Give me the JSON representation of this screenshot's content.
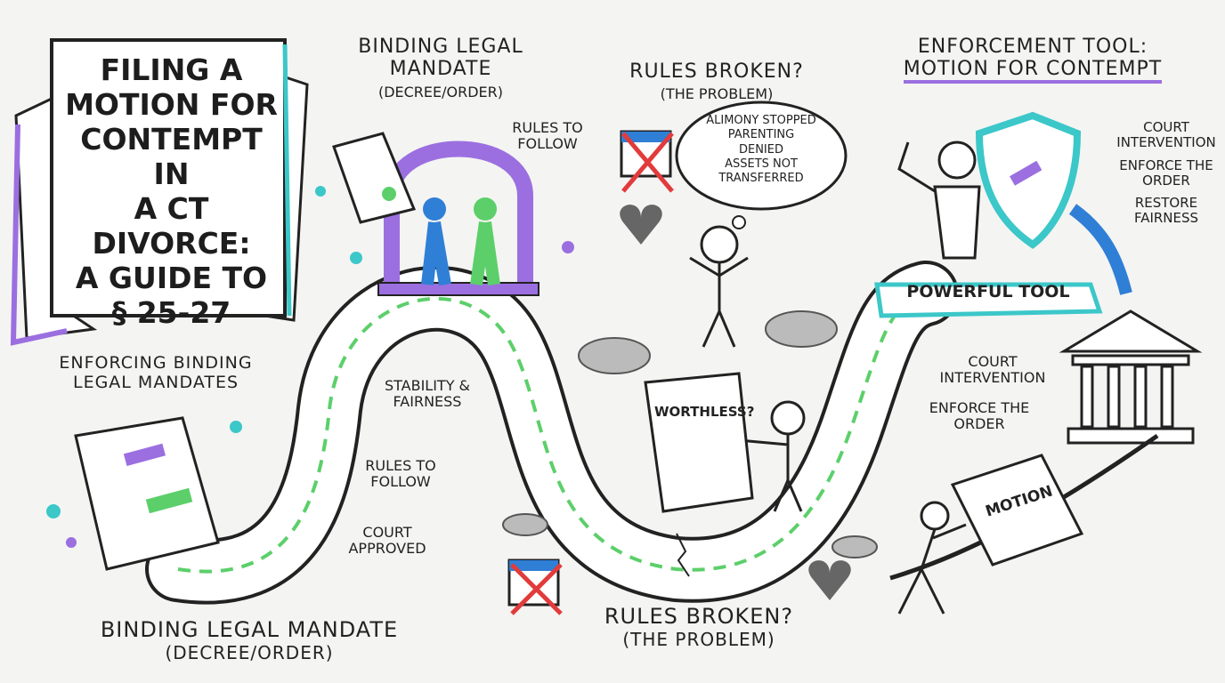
{
  "title": {
    "lines": [
      "Filing a",
      "Motion for",
      "Contempt in",
      "a CT Divorce:",
      "A Guide to",
      "§ 25-27"
    ]
  },
  "subtitle_left": {
    "lines": [
      "Enforcing Binding",
      "Legal Mandates"
    ]
  },
  "top_mandate": {
    "heading": "Binding Legal Mandate",
    "sub": "(Decree/Order)",
    "note": "Rules to follow"
  },
  "top_problem": {
    "heading": "Rules Broken?",
    "sub": "(The Problem)"
  },
  "thought_bubble": {
    "items": [
      "Alimony stopped",
      "Parenting denied",
      "Assets not transferred"
    ]
  },
  "enforcement": {
    "heading": "Enforcement Tool:",
    "heading2": "Motion for Contempt",
    "ribbon": "Powerful Tool",
    "benefits": [
      "Court intervention",
      "Enforce the order",
      "Restore fairness"
    ]
  },
  "road_labels": {
    "stability": "Stability & Fairness",
    "rules": "Rules to follow",
    "approved": "Court approved",
    "worthless": "Worthless?",
    "court_intervention": "Court intervention",
    "enforce": "Enforce the order",
    "motion_box": "Motion"
  },
  "bottom_mandate": {
    "heading": "Binding Legal Mandate",
    "sub": "(Decree/Order)"
  },
  "bottom_problem": {
    "heading": "Rules Broken?",
    "sub": "(The Problem)"
  },
  "colors": {
    "purple": "#9b6fe0",
    "teal": "#3cc7c9",
    "blue": "#2f7fd6",
    "green": "#5ccf6a",
    "red": "#e23b3b"
  }
}
